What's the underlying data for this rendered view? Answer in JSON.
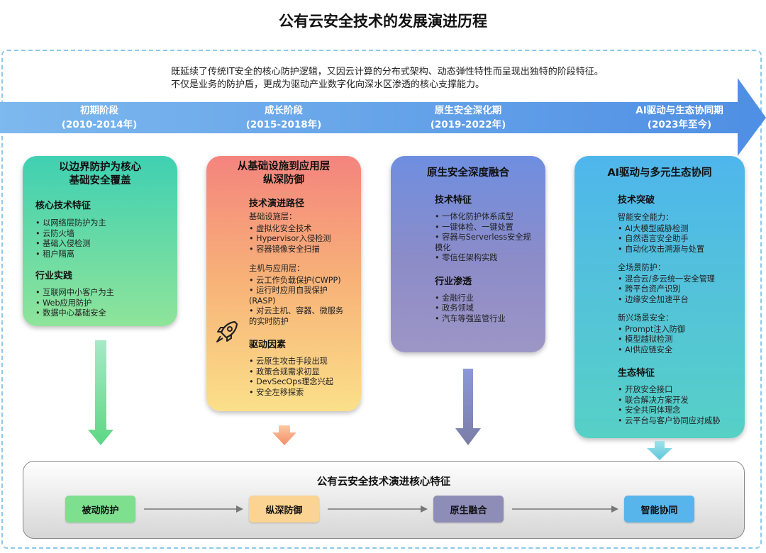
{
  "title": "公有云安全技术的发展演进历程",
  "intro": [
    "既延续了传统IT安全的核心防护逻辑，又因云计算的分布式架构、动态弹性特性而呈现出独特的阶段特征。",
    "不仅是业务的防护盾，更成为驱动产业数字化向深水区渗透的核心支撑能力。"
  ],
  "phases": [
    {
      "name": "初期阶段",
      "years": "(2010-2014年)"
    },
    {
      "name": "成长阶段",
      "years": "(2015-2018年)"
    },
    {
      "name": "原生安全深化期",
      "years": "(2019-2022年)"
    },
    {
      "name": "AI驱动与生态协同期",
      "years": "(2023年至今)"
    }
  ],
  "cards": [
    {
      "title_lines": [
        "以边界防护为核心",
        "基础安全覆盖"
      ],
      "sections": [
        {
          "heading": "核心技术特征",
          "items": [
            "以网络层防护为主",
            "云防火墙",
            "基础入侵检测",
            "租户隔离"
          ]
        },
        {
          "heading": "行业实践",
          "items": [
            "互联网中小客户为主",
            "Web应用防护",
            "数据中心基础安全"
          ]
        }
      ]
    },
    {
      "title_lines": [
        "从基础设施到应用层",
        "纵深防御"
      ],
      "heading1": "技术演进路径",
      "groups": [
        {
          "label": "基础设施层：",
          "items": [
            "虚拟化安全技术",
            "Hypervisor入侵检测",
            "容器镜像安全扫描"
          ]
        },
        {
          "label": "主机与应用层：",
          "items": [
            "云工作负载保护(CWPP)",
            "运行时应用自我保护(RASP)",
            "对云主机、容器、微服务的实时防护"
          ]
        }
      ],
      "heading2": "驱动因素",
      "items2": [
        "云原生攻击手段出现",
        "政策合规需求初显",
        "DevSecOps理念兴起",
        "安全左移探索"
      ]
    },
    {
      "title_lines": [
        "原生安全深度融合"
      ],
      "sections": [
        {
          "heading": "技术特征",
          "items": [
            "一体化防护体系成型",
            "一键体检、一键处置",
            "容器与Serverless安全规模化",
            "零信任架构实践"
          ]
        },
        {
          "heading": "行业渗透",
          "items": [
            "金融行业",
            "政务领域",
            "汽车等强监管行业"
          ]
        }
      ]
    },
    {
      "title_lines": [
        "AI驱动与多元生态协同"
      ],
      "heading1": "技术突破",
      "groups": [
        {
          "label": "智能安全能力：",
          "items": [
            "AI大模型威胁检测",
            "自然语言安全助手",
            "自动化攻击溯源与处置"
          ]
        },
        {
          "label": "全场景防护：",
          "items": [
            "混合云/多云统一安全管理",
            "跨平台资产识别",
            "边缘安全加速平台"
          ]
        },
        {
          "label": "新兴场景安全：",
          "items": [
            "Prompt注入防御",
            "模型越狱检测",
            "AI供应链安全"
          ]
        }
      ],
      "heading2": "生态特征",
      "items2": [
        "开放安全接口",
        "联合解决方案开发",
        "安全共同体理念",
        "云平台与客户协同应对威胁"
      ]
    }
  ],
  "bottom": {
    "title": "公有云安全技术演进核心特征",
    "stages": [
      "被动防护",
      "纵深防御",
      "原生融合",
      "智能协同"
    ]
  },
  "colors": {
    "timeline": "#6ba8e8",
    "stage1": "#7ee08f",
    "stage2": "#fbd493",
    "stage3": "#8e8db8",
    "stage4": "#58b5ec"
  },
  "icons": [
    "rocket-icon"
  ]
}
